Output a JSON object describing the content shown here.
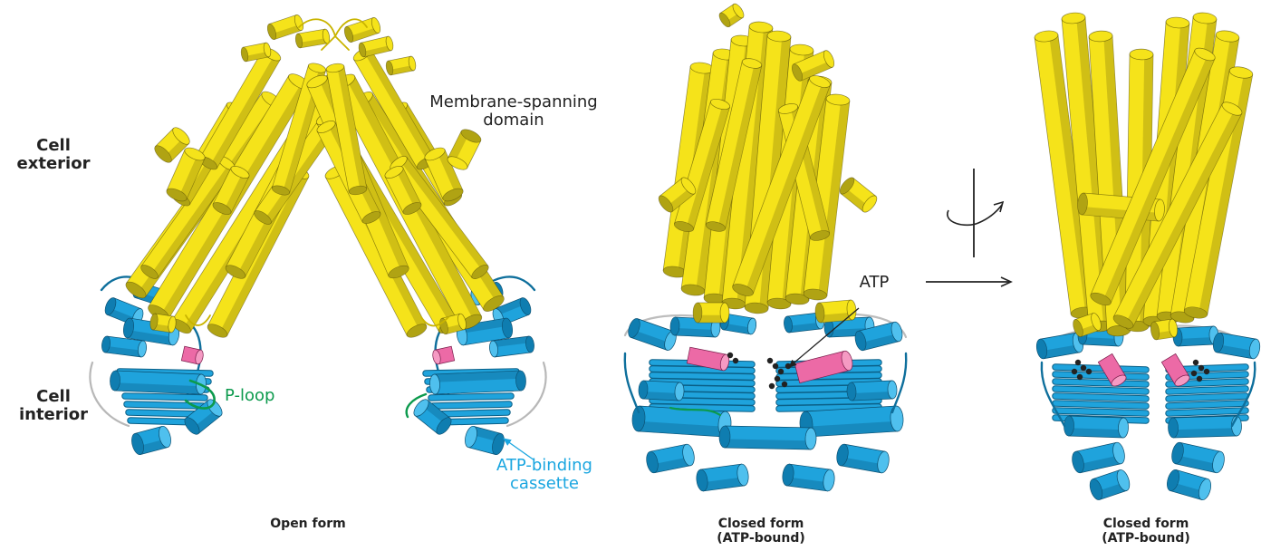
{
  "labels": {
    "cell_exterior_1": "Cell",
    "cell_exterior_2": "exterior",
    "cell_interior_1": "Cell",
    "cell_interior_2": "interior",
    "membrane_domain_1": "Membrane-spanning",
    "membrane_domain_2": "domain",
    "p_loop": "P-loop",
    "abc_1": "ATP-binding",
    "abc_2": "cassette",
    "atp": "ATP"
  },
  "captions": {
    "open": "Open form",
    "closed1_line1": "Closed form",
    "closed1_line2": "(ATP-bound)",
    "closed2_line1": "Closed form",
    "closed2_line2": "(ATP-bound)"
  },
  "colors": {
    "helix_yellow": "#f5e31a",
    "nbd_blue": "#1fa3dc",
    "motif_pink": "#ec6aa6",
    "ploop_green": "#0c9a4d",
    "abc_label_blue": "#1aa6e0",
    "text": "#222222"
  }
}
